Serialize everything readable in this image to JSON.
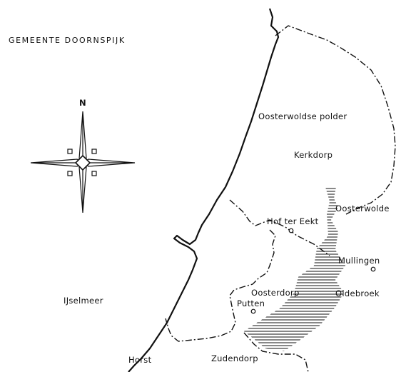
{
  "map": {
    "title": "GEMEENTE DOORNSPIJK",
    "compass_letter": "N",
    "places": {
      "oosterwoldse_polder": "Oosterwoldse polder",
      "kerkdorp": "Kerkdorp",
      "oosterwolde": "Oosterwolde",
      "hof_ter_eekt": "Hof ter Eekt",
      "mullingen": "Mullingen",
      "oldebroek": "Oldebroek",
      "oosterdorp": "Oosterdorp",
      "putten": "Putten",
      "ijselmeer": "IJselmeer",
      "horst": "Horst",
      "zudendorp": "Zudendorp"
    },
    "colors": {
      "ink": "#111111",
      "paper": "#ffffff"
    }
  }
}
